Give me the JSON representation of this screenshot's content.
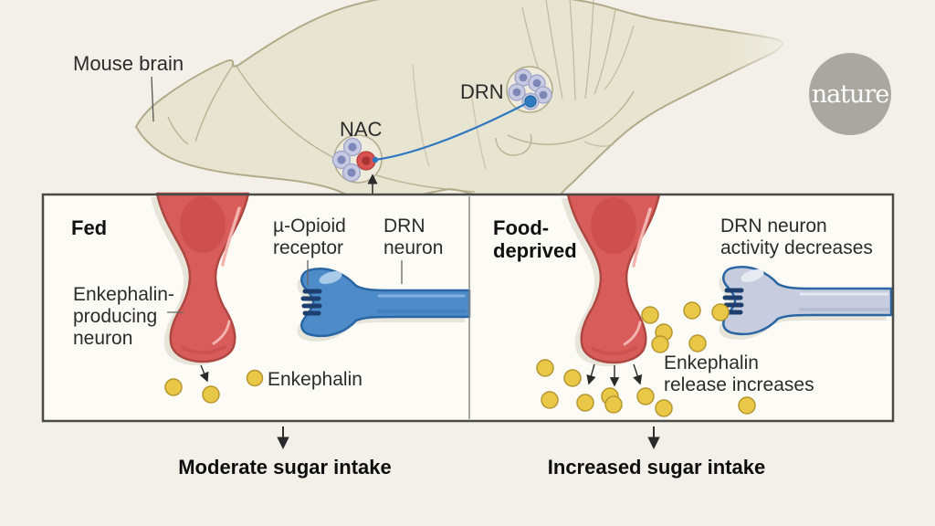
{
  "colors": {
    "background": "#f2f0e8",
    "panel_bg": "#fcfbf6",
    "panel_border": "#4a4a46",
    "brain_fill": "#e7e4d2",
    "brain_outline": "#b2ab8a",
    "neuron_red": "#d85c5a",
    "neuron_red_border": "#ad4742",
    "neuron_blue": "#4d8cc9",
    "neuron_blue_faded": "#c7cdde",
    "neuron_blue_border": "#2a66a3",
    "receptor_navy": "#1d3e6e",
    "enkephalin_yellow": "#e9c847",
    "enkephalin_border": "#b6952f",
    "connection_blue": "#2e77c0",
    "cell_lavender": "#c7cae2",
    "logo_gray": "#a9a7a0"
  },
  "brain": {
    "label": "Mouse brain",
    "nac_label": "NAC",
    "drn_label": "DRN"
  },
  "logo": {
    "text": "nature"
  },
  "fed_panel": {
    "title": "Fed",
    "producer_label_lines": [
      "Enkephalin-",
      "producing",
      "neuron"
    ],
    "receptor_label_lines": [
      "µ-Opioid",
      "receptor"
    ],
    "drn_label_lines": [
      "DRN",
      "neuron"
    ],
    "legend_label": "Enkephalin",
    "outcome": "Moderate sugar intake"
  },
  "deprived_panel": {
    "title_lines": [
      "Food-",
      "deprived"
    ],
    "drn_activity_lines": [
      "DRN neuron",
      "activity decreases"
    ],
    "release_lines": [
      "Enkephalin",
      "release increases"
    ],
    "outcome": "Increased sugar intake"
  }
}
